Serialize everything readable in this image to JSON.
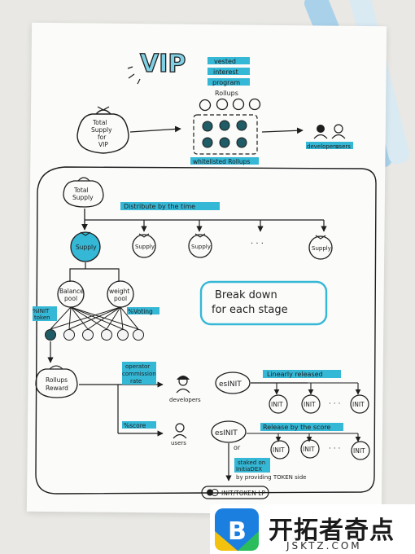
{
  "title": {
    "vip": "VIP",
    "subtitle": [
      "vested",
      "interest",
      "program"
    ]
  },
  "top_row": {
    "total_supply_bag": [
      "Total",
      "Supply",
      "for",
      "VIP"
    ],
    "rollups_label": "Rollups",
    "whitelisted_label": "whitelisted Rollups",
    "developers": "developers",
    "users": "users"
  },
  "stage": {
    "total_supply": [
      "Total",
      "Supply"
    ],
    "distribute_label": "Distribute by the time",
    "supply_label": "Supply",
    "dots": "· · ·",
    "break_down": [
      "Break down",
      "for each stage"
    ],
    "balance_pool": [
      "Balance",
      "pool"
    ],
    "weight_pool": [
      "weight",
      "pool"
    ],
    "init_token": [
      "%INIT",
      "token"
    ],
    "voting": "%Voting",
    "rollups_reward": [
      "Rollups",
      "Reward"
    ],
    "operator_rate": [
      "operator",
      "commission",
      "rate"
    ],
    "score": "%score",
    "developers": "developers",
    "users": "users",
    "esinit": "esINIT",
    "linearly_released": "Linearly released",
    "release_by_score": "Release by the score",
    "init_label": "INIT",
    "or": "or",
    "staked": [
      "staked on",
      "InitiaDEX",
      "by providing TOKEN side"
    ],
    "lp": "INIT/TOKEN LP"
  },
  "watermark": {
    "brand": "开拓者奇点",
    "url": "JSKTZ.COM"
  },
  "colors": {
    "accent": "#35b7d6",
    "ink": "#1e1e1e",
    "paper": "#fbfbfa",
    "teal_fill": "#1f5c66"
  }
}
